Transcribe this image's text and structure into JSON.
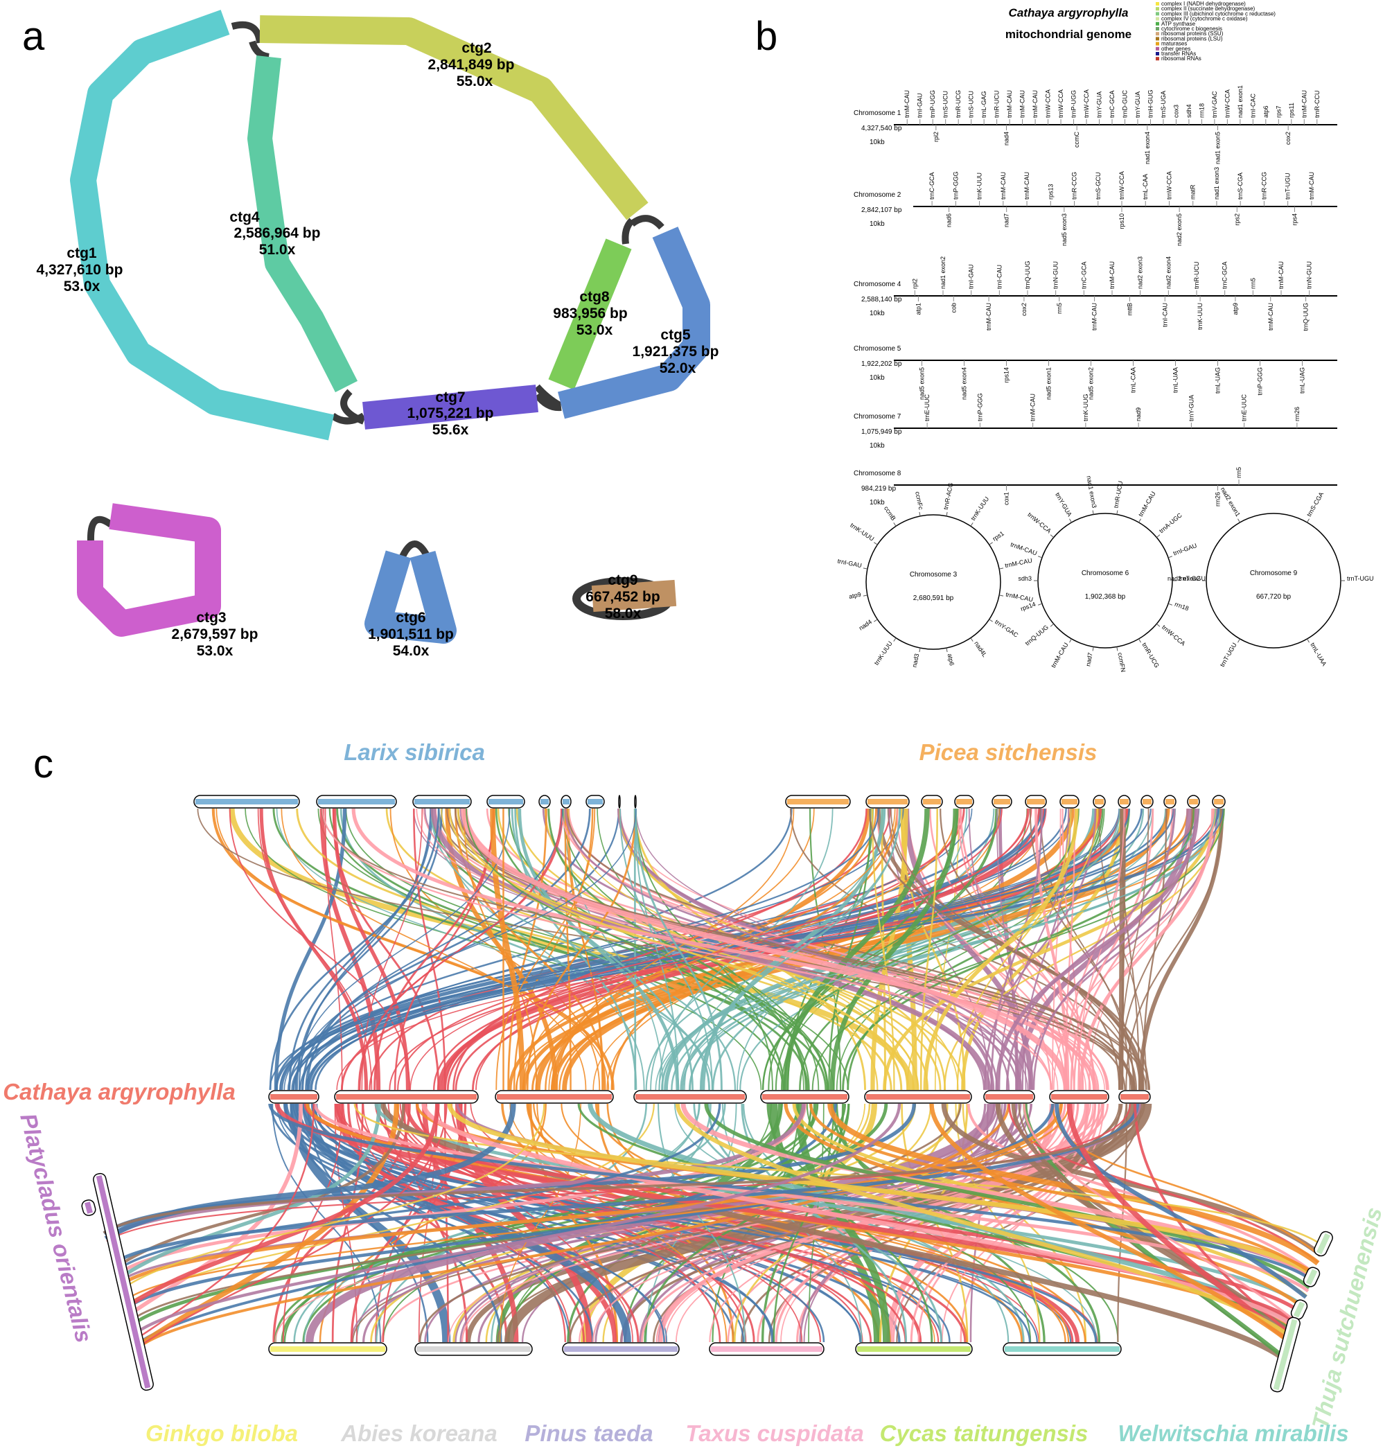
{
  "panels": {
    "a": "a",
    "b": "b",
    "c": "c"
  },
  "panel_a": {
    "contigs": [
      {
        "id": "ctg1",
        "name": "ctg1",
        "length": "4,327,610 bp",
        "depth": "53.0x",
        "color": "#5ecdcf"
      },
      {
        "id": "ctg2",
        "name": "ctg2",
        "length": "2,841,849 bp",
        "depth": "55.0x",
        "color": "#c8d05b"
      },
      {
        "id": "ctg3",
        "name": "ctg3",
        "length": "2,679,597 bp",
        "depth": "53.0x",
        "color": "#cd5fcd"
      },
      {
        "id": "ctg4",
        "name": "ctg4",
        "length": "2,586,964 bp",
        "depth": "51.0x",
        "color": "#5ecba3"
      },
      {
        "id": "ctg5",
        "name": "ctg5",
        "length": "1,921,375 bp",
        "depth": "52.0x",
        "color": "#5f8dcf"
      },
      {
        "id": "ctg6",
        "name": "ctg6",
        "length": "1,901,511 bp",
        "depth": "54.0x",
        "color": "#5f8fce"
      },
      {
        "id": "ctg7",
        "name": "ctg7",
        "length": "1,075,221 bp",
        "depth": "55.6x",
        "color": "#6e58d2"
      },
      {
        "id": "ctg8",
        "name": "ctg8",
        "length": "983,956 bp",
        "depth": "53.0x",
        "color": "#7dcc58"
      },
      {
        "id": "ctg9",
        "name": "ctg9",
        "length": "667,452 bp",
        "depth": "58.0x",
        "color": "#bf9163"
      }
    ]
  },
  "panel_b": {
    "title_species": "Cathaya argyrophylla",
    "title_sub": "mitochondrial genome",
    "legend": [
      {
        "label": "complex I (NADH dehydrogenase)",
        "color": "#f5e642"
      },
      {
        "label": "complex II (succinate dehydrogenase)",
        "color": "#b7d96a"
      },
      {
        "label": "complex III (ubichinol cytochrome c reductase)",
        "color": "#7fc97f"
      },
      {
        "label": "complex IV (cytochrome c oxidase)",
        "color": "#d4e6a3"
      },
      {
        "label": "ATP synthase",
        "color": "#4daf4a"
      },
      {
        "label": "cytochrome c biogenesis",
        "color": "#6ba566"
      },
      {
        "label": "ribosomal proteins (SSU)",
        "color": "#d2a679"
      },
      {
        "label": "ribosomal proteins (LSU)",
        "color": "#a6761d"
      },
      {
        "label": "maturases",
        "color": "#e6a21a"
      },
      {
        "label": "other genes",
        "color": "#b35c9a"
      },
      {
        "label": "transfer RNAs",
        "color": "#1a1a8c"
      },
      {
        "label": "ribosomal RNAs",
        "color": "#c0392b"
      }
    ],
    "chromosomes": [
      {
        "name": "Chromosome 1",
        "size": "4,327,540 bp",
        "scale": "10kb",
        "top": [
          "trnM-CAU",
          "trnI-GAU",
          "trnP-UGG",
          "trnS-UCU",
          "trnR-UCG",
          "trnS-UCU",
          "trnL-GAG",
          "trnR-UCU",
          "trnM-CAU",
          "trnM-CAU",
          "trnM-CAU",
          "trnW-CCA",
          "trnW-CCA",
          "trnP-UGG",
          "trnW-CCA",
          "trnY-GUA",
          "trnC-GCA",
          "trnD-GUC",
          "trnY-GUA",
          "trnH-GUG",
          "trnS-UGA",
          "cox3",
          "sdh4",
          "rrn18",
          "trnV-GAC",
          "trnW-CCA",
          "nad1 exon1",
          "trnI-CAC",
          "atp6",
          "rps7",
          "rps11",
          "trnM-CAU",
          "trnR-CCU"
        ],
        "bottom": [
          "rpl2",
          "nad4",
          "ccmC",
          "nad1 exon4",
          "nad1 exon5",
          "cox2"
        ]
      },
      {
        "name": "Chromosome 2",
        "size": "2,842,107 bp",
        "scale": "10kb",
        "top": [
          "trnC-GCA",
          "trnP-GGG",
          "trnK-UUU",
          "trnM-CAU",
          "trnM-CAU",
          "rps13",
          "trnR-CCG",
          "trnS-GCU",
          "trnW-CCA",
          "trnL-CAA",
          "trnW-CCA",
          "matR",
          "nad1 exon3",
          "trnS-CGA",
          "trnR-CCG",
          "trnT-UGU",
          "trnM-CAU"
        ],
        "bottom": [
          "nad6",
          "nad7",
          "nad5 exon3",
          "rps10",
          "nad2 exon5",
          "rps2",
          "rps4"
        ]
      },
      {
        "name": "Chromosome 4",
        "size": "2,588,140 bp",
        "scale": "10kb",
        "top": [
          "rpl2",
          "nad1 exon2",
          "trnI-GAU",
          "trnI-CAU",
          "trnQ-UUG",
          "trnN-GUU",
          "trnC-GCA",
          "trnM-CAU",
          "nad2 exon3",
          "nad2 exon4",
          "trnR-UCU",
          "trnC-GCA",
          "rrn5",
          "trnM-CAU",
          "trnN-GUU"
        ],
        "bottom": [
          "atp1",
          "cob",
          "trnM-CAU",
          "cox2",
          "rrn5",
          "trnM-CAU",
          "mttB",
          "trnI-CAU",
          "trnK-UUU",
          "atp9",
          "trnM-CAU",
          "trnQ-UUG"
        ]
      },
      {
        "name": "Chromosome 5",
        "size": "1,922,202 bp",
        "scale": "10kb",
        "top": [],
        "bottom": [
          "nad5 exon5",
          "nad5 exon4",
          "rps14",
          "nad5 exon1",
          "nad5 exon2",
          "trnL-CAA",
          "trnL-UAA",
          "trnL-UAG",
          "trnP-GGG",
          "trnL-UAG"
        ]
      },
      {
        "name": "Chromosome 7",
        "size": "1,075,949 bp",
        "scale": "10kb",
        "top": [
          "trnE-UUC",
          "trnP-GGG",
          "trnM-CAU",
          "trnK-UUG",
          "nad9",
          "trnY-GUA",
          "trnE-UUC",
          "rrn26"
        ],
        "bottom": []
      },
      {
        "name": "Chromosome 8",
        "size": "984,219 bp",
        "scale": "10kb",
        "top": [
          "rrn5"
        ],
        "bottom": [
          "cox1",
          "rrn26"
        ]
      }
    ],
    "circular": [
      {
        "name": "Chromosome 3",
        "size": "2,680,591 bp",
        "genes": [
          "trnR-ACG",
          "trnK-UUU",
          "rps1",
          "trnM-CAU",
          "trnM-CAU",
          "trnY-GAC",
          "nad4L",
          "atp6",
          "nad3",
          "trnK-UUU",
          "nad4",
          "atp9",
          "trnI-GAU",
          "trnK-UUU",
          "ccmB",
          "ccmFc"
        ]
      },
      {
        "name": "Chromosome 6",
        "size": "1,902,368 bp",
        "genes": [
          "trnR-UCU",
          "trnM-CAU",
          "trnA-UGC",
          "trnI-GAU",
          "trnT-GGU",
          "rrn18",
          "trnW-CCA",
          "trnR-UCG",
          "ccmFN",
          "nad7",
          "trnM-CAU",
          "trnQ-UUG",
          "rps14",
          "sdh3",
          "trnM-CAU",
          "trnW-CCA",
          "trnY-GUA",
          "nad1 exon3"
        ]
      },
      {
        "name": "Chromosome 9",
        "size": "667,720 bp",
        "genes": [
          "trnS-CGA",
          "trnT-UGU",
          "trnL-UAA",
          "trnT-UGU",
          "nad2 exon2",
          "nad2 exon1"
        ]
      }
    ]
  },
  "panel_c": {
    "species": {
      "larix": {
        "name": "Larix sibirica",
        "color": "#7eb3d8"
      },
      "picea": {
        "name": "Picea sitchensis",
        "color": "#f5b05e"
      },
      "cathaya": {
        "name": "Cathaya argyrophylla",
        "color": "#f07a6c"
      },
      "platycladus": {
        "name": "Platycladus orientalis",
        "color": "#b97bc6"
      },
      "thuja": {
        "name": "Thuja sutchuenensis",
        "color": "#c3e8c0"
      },
      "ginkgo": {
        "name": "Ginkgo biloba",
        "color": "#f5f078"
      },
      "abies": {
        "name": "Abies koreana",
        "color": "#d8d8d8"
      },
      "pinus": {
        "name": "Pinus taeda",
        "color": "#b5b0da"
      },
      "taxus": {
        "name": "Taxus cuspidata",
        "color": "#f7b6d0"
      },
      "cycas": {
        "name": "Cycas taitungensis",
        "color": "#c4e870"
      },
      "welwitschia": {
        "name": "Welwitschia mirabilis",
        "color": "#8dd8cd"
      }
    }
  }
}
